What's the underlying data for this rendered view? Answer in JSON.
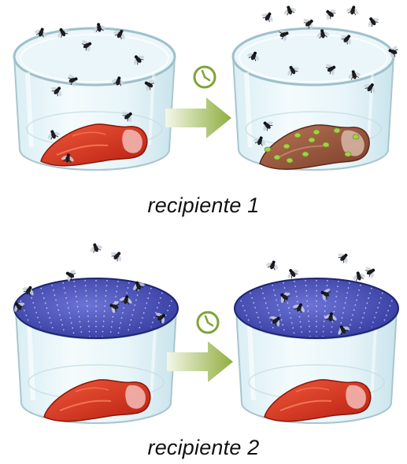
{
  "experiment": {
    "container_1": {
      "label": "recipiente 1",
      "cover": "none",
      "before": "fresh-meat",
      "after": "meat-with-larvae"
    },
    "container_2": {
      "label": "recipiente 2",
      "cover": "mesh",
      "before": "fresh-meat",
      "after": "fresh-meat"
    }
  },
  "icons": {
    "time": "clock-icon",
    "progression": "arrow-right-icon",
    "insect": "fly-icon"
  },
  "colors": {
    "meat": "#d8341c",
    "spoiled_meat": "#9a5a3c",
    "larvae": "#a7cf4a",
    "mesh": "#3f47b7",
    "arrow": "#8fae3f",
    "glass": "#cfe9f1"
  }
}
